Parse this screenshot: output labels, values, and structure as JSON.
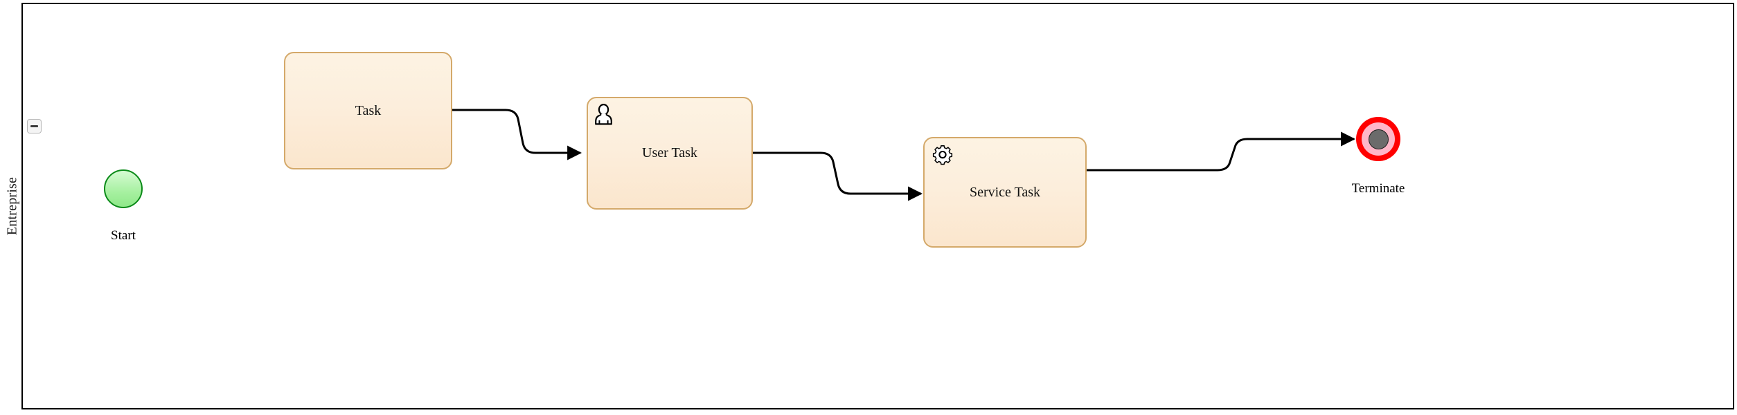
{
  "diagram": {
    "type": "bpmn-process",
    "pool": {
      "lane_label": "Entreprise",
      "collapse_button": {
        "icon": "minus-icon",
        "state": "expanded"
      }
    },
    "colors": {
      "pool_border": "#000000",
      "task_fill": "#fceedc",
      "task_border": "#d4a96a",
      "start_fill": "#a6f0a0",
      "start_border": "#0a8a18",
      "terminate_ring": "#ff0000",
      "terminate_inner": "#ffb6c8",
      "terminate_core": "#6b6b6b",
      "connector": "#000000",
      "canvas": "#ffffff"
    },
    "nodes": [
      {
        "id": "start",
        "kind": "start-event",
        "label": "Start",
        "label_position": "below",
        "icon": "none"
      },
      {
        "id": "task",
        "kind": "task",
        "label": "Task",
        "icon": "none"
      },
      {
        "id": "user-task",
        "kind": "user-task",
        "label": "User Task",
        "icon": "user-icon"
      },
      {
        "id": "service-task",
        "kind": "service-task",
        "label": "Service Task",
        "label_line1": "Service",
        "label_line2": "Task",
        "icon": "gear-icon"
      },
      {
        "id": "terminate",
        "kind": "terminate-end-event",
        "label": "Terminate",
        "label_position": "below",
        "icon": "terminate-icon"
      }
    ],
    "flows": [
      {
        "id": "flow-1",
        "from": "task",
        "to": "user-task",
        "style": "step-down"
      },
      {
        "id": "flow-2",
        "from": "user-task",
        "to": "service-task",
        "style": "step-down"
      },
      {
        "id": "flow-3",
        "from": "service-task",
        "to": "terminate",
        "style": "step-up"
      }
    ]
  }
}
